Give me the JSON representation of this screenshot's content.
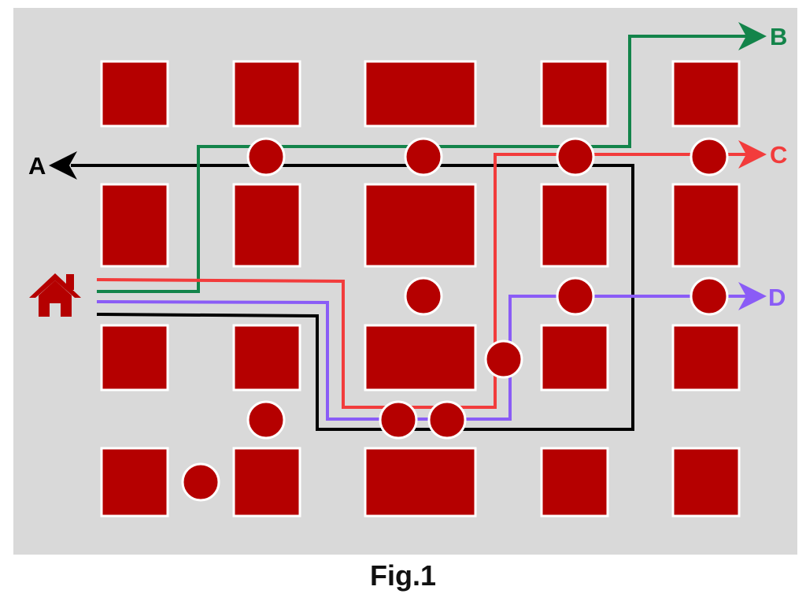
{
  "caption": "Fig.1",
  "colors": {
    "background": "#d9d9d9",
    "block": "#b50000",
    "block_border": "#ffffff",
    "circle": "#b50000",
    "home": "#b50000"
  },
  "home": {
    "icon": "house-icon"
  },
  "routes": [
    {
      "id": "A",
      "label": "A",
      "color": "#000000"
    },
    {
      "id": "B",
      "label": "B",
      "color": "#13844a"
    },
    {
      "id": "C",
      "label": "C",
      "color": "#f23c3c"
    },
    {
      "id": "D",
      "label": "D",
      "color": "#8a5cf6"
    }
  ]
}
